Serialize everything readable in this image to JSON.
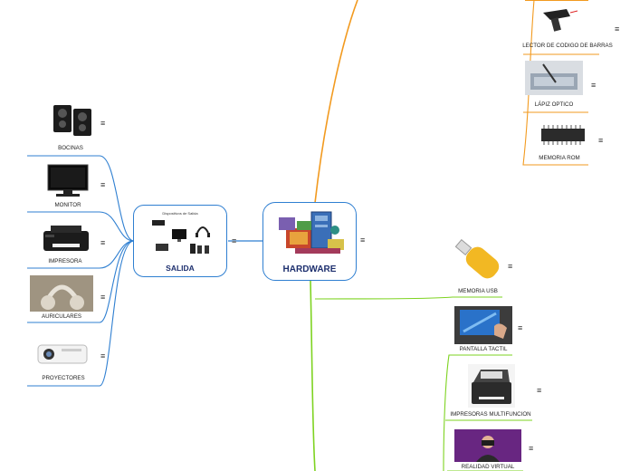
{
  "central": {
    "label": "HARDWARE"
  },
  "output_group": {
    "label": "SALIDA",
    "thumb_title": "Dispositivos de Salida",
    "items": [
      {
        "label": "BOCINAS",
        "icon": "speakers-icon"
      },
      {
        "label": "MONITOR",
        "icon": "monitor-icon"
      },
      {
        "label": "IMPRESORA",
        "icon": "printer-icon"
      },
      {
        "label": "AURICULARES",
        "icon": "headphones-icon"
      },
      {
        "label": "PROYECTORES",
        "icon": "projector-icon"
      }
    ]
  },
  "input_items": [
    {
      "label": "LECTOR DE CODIGO DE BARRAS",
      "icon": "barcode-scanner-icon"
    },
    {
      "label": "LÁPIZ OPTICO",
      "icon": "light-pen-icon"
    },
    {
      "label": "MEMORIA ROM",
      "icon": "rom-chip-icon"
    }
  ],
  "io_items": [
    {
      "label": "MEMORIA USB",
      "icon": "usb-drive-icon"
    },
    {
      "label": "PANTALLA TACTIL",
      "icon": "touchscreen-icon"
    },
    {
      "label": "IMPRESORAS MULTIFUNCION",
      "icon": "multifunction-printer-icon"
    },
    {
      "label": "REALIDAD VIRTUAL",
      "icon": "vr-headset-icon"
    }
  ],
  "menu_glyph": "≡",
  "colors": {
    "output_branch": "#2f7fd1",
    "input_branch": "#f29a1f",
    "io_branch": "#7ed321",
    "hub_text": "#1d2f6e"
  }
}
